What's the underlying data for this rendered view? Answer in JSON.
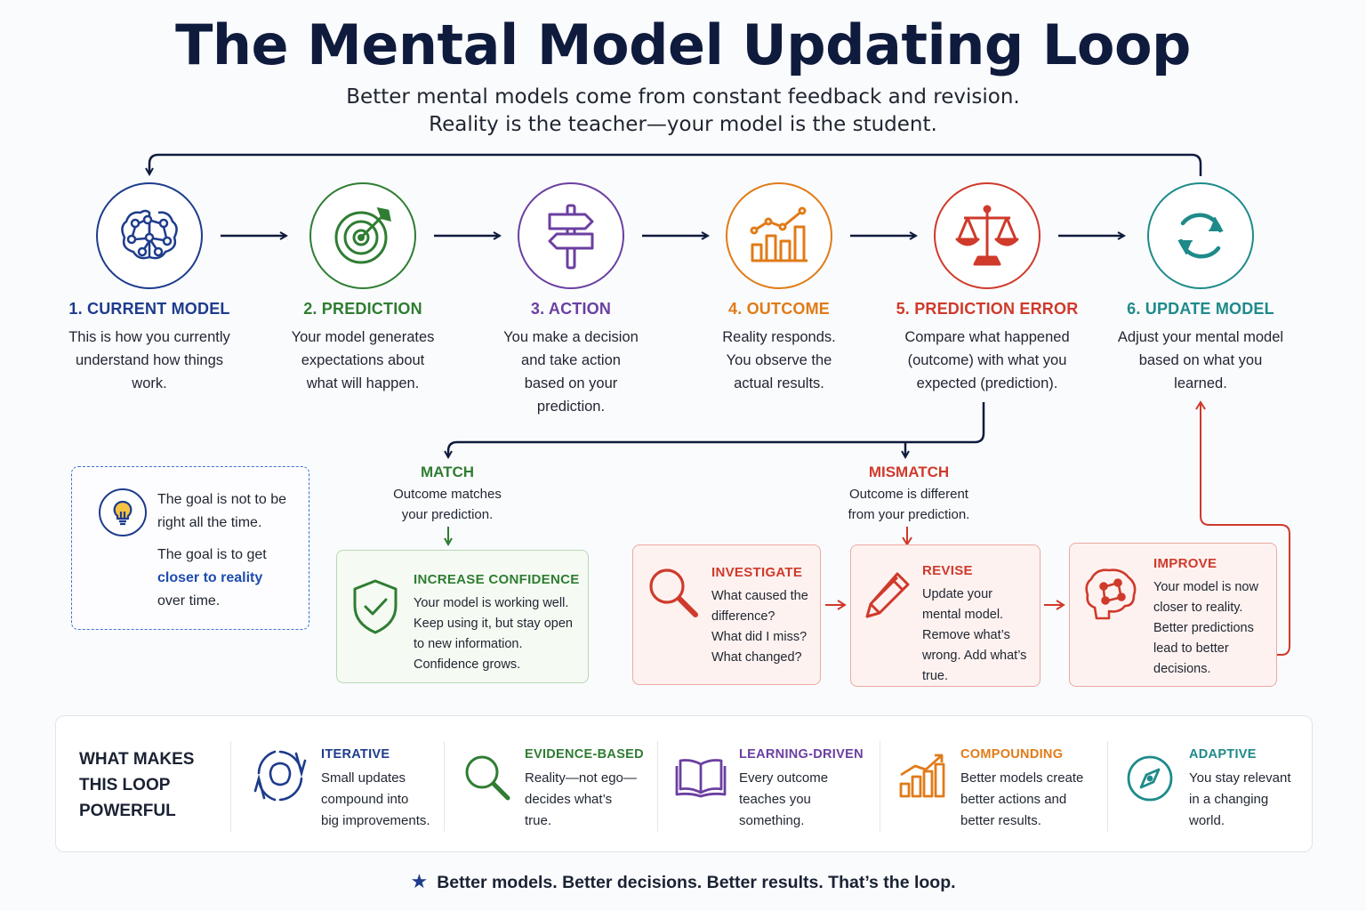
{
  "title": "The Mental Model Updating Loop",
  "subtitle": [
    "Better mental models come from constant feedback and revision.",
    "Reality is the teacher—your model is the student."
  ],
  "colors": {
    "navy": "#1e3c8c",
    "green": "#2f7d32",
    "purple": "#6b3fa0",
    "orange": "#e07b17",
    "red": "#cf3a2b",
    "teal": "#1f8a8a",
    "dark": "#0f1b3d"
  },
  "steps": [
    {
      "title": "1. CURRENT MODEL",
      "icon": "brain-network-icon",
      "color": "#1e3c8c",
      "lines": [
        "This is how you currently",
        "understand how things",
        "work."
      ]
    },
    {
      "title": "2. PREDICTION",
      "icon": "target-icon",
      "color": "#2f7d32",
      "lines": [
        "Your model generates",
        "expectations about",
        "what will happen."
      ]
    },
    {
      "title": "3. ACTION",
      "icon": "signpost-icon",
      "color": "#6b3fa0",
      "lines": [
        "You make a decision",
        "and take action",
        "based on your",
        "prediction."
      ]
    },
    {
      "title": "4. OUTCOME",
      "icon": "growth-chart-icon",
      "color": "#e07b17",
      "lines": [
        "Reality responds.",
        "You observe the",
        "actual results."
      ]
    },
    {
      "title": "5. PREDICTION ERROR",
      "icon": "scales-icon",
      "color": "#cf3a2b",
      "lines": [
        "Compare what happened",
        "(outcome) with what you",
        "expected (prediction)."
      ]
    },
    {
      "title": "6. UPDATE MODEL",
      "icon": "refresh-cycle-icon",
      "color": "#1f8a8a",
      "lines": [
        "Adjust your mental model",
        "based on what you",
        "learned."
      ]
    }
  ],
  "branches": {
    "match": {
      "title": "MATCH",
      "lines": [
        "Outcome matches",
        "your prediction."
      ]
    },
    "mismatch": {
      "title": "MISMATCH",
      "lines": [
        "Outcome is different",
        "from your prediction."
      ]
    }
  },
  "goal": {
    "icon": "lightbulb-icon",
    "line1": "The goal is not to be",
    "line2": "right all the time.",
    "line3": "The goal is to get",
    "highlight": "closer to reality",
    "line5": "over time."
  },
  "cards": {
    "confidence": {
      "title": "INCREASE CONFIDENCE",
      "icon": "shield-check-icon",
      "lines": [
        "Your model is working well.",
        "Keep using it, but stay open",
        "to new information.",
        "Confidence grows."
      ]
    },
    "investigate": {
      "title": "INVESTIGATE",
      "icon": "magnifier-icon",
      "lines": [
        "What caused the",
        "difference?",
        "What did I miss?",
        "What changed?"
      ]
    },
    "revise": {
      "title": "REVISE",
      "icon": "pencil-icon",
      "lines": [
        "Update your",
        "mental model.",
        "Remove what’s",
        "wrong. Add what’s",
        "true."
      ]
    },
    "improve": {
      "title": "IMPROVE",
      "icon": "brain-gears-icon",
      "lines": [
        "Your model is now",
        "closer to reality.",
        "Better predictions",
        "lead to better",
        "decisions."
      ]
    }
  },
  "why": {
    "title_lines": [
      "WHAT MAKES",
      "THIS LOOP",
      "POWERFUL"
    ],
    "features": [
      {
        "title": "ITERATIVE",
        "icon": "iterative-cycle-icon",
        "color": "#1e3c8c",
        "lines": [
          "Small updates",
          "compound into",
          "big improvements."
        ]
      },
      {
        "title": "EVIDENCE-BASED",
        "icon": "magnifier-icon",
        "color": "#2f7d32",
        "lines": [
          "Reality—not ego—",
          "decides what’s",
          "true."
        ]
      },
      {
        "title": "LEARNING-DRIVEN",
        "icon": "open-book-icon",
        "color": "#6b3fa0",
        "lines": [
          "Every outcome",
          "teaches you",
          "something."
        ]
      },
      {
        "title": "COMPOUNDING",
        "icon": "growth-chart-icon",
        "color": "#e07b17",
        "lines": [
          "Better models create",
          "better actions and",
          "better results."
        ]
      },
      {
        "title": "ADAPTIVE",
        "icon": "compass-icon",
        "color": "#1f8a8a",
        "lines": [
          "You stay relevant",
          "in a changing",
          "world."
        ]
      }
    ]
  },
  "footer": "Better models. Better decisions. Better results. That’s the loop."
}
